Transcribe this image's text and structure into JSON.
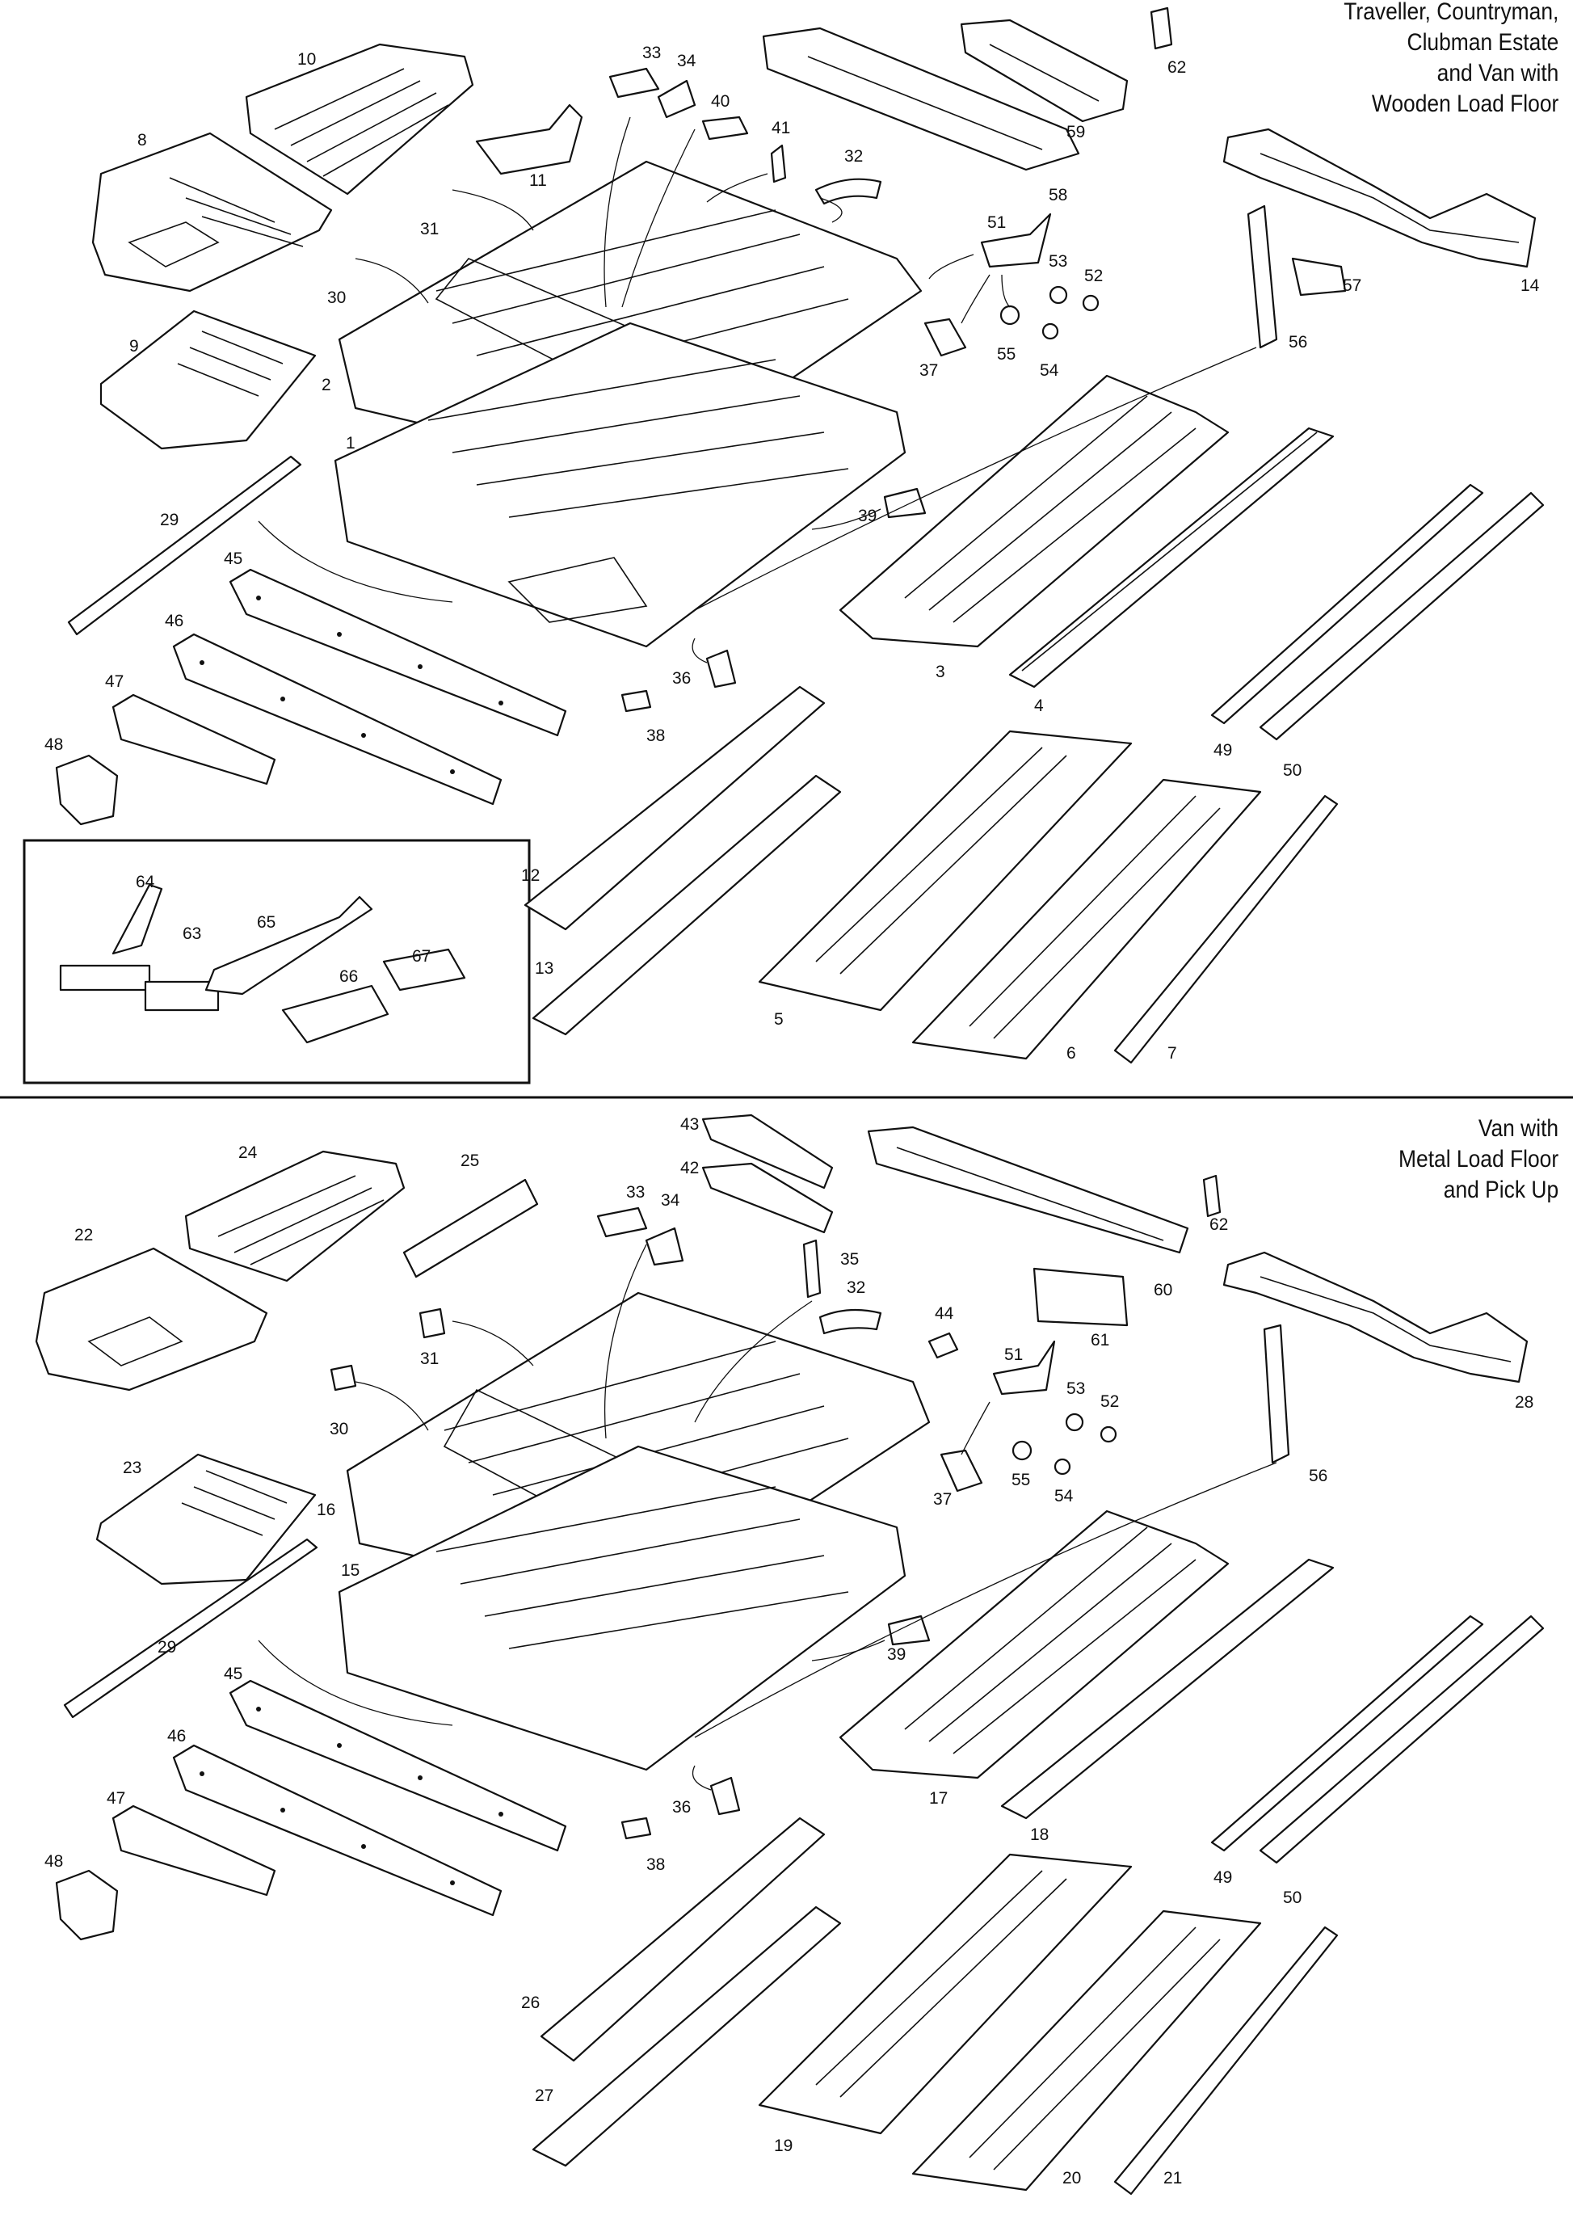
{
  "sections": {
    "top": {
      "title_lines": [
        "Traveller, Countryman,",
        "Clubman Estate",
        "and Van with",
        "Wooden Load Floor"
      ]
    },
    "bottom": {
      "title_lines": [
        "Van with",
        "Metal Load Floor",
        "and Pick Up"
      ]
    }
  },
  "callouts_top": [
    {
      "id": "c-10",
      "text": "10"
    },
    {
      "id": "c-8",
      "text": "8"
    },
    {
      "id": "c-33",
      "text": "33"
    },
    {
      "id": "c-34",
      "text": "34"
    },
    {
      "id": "c-40",
      "text": "40"
    },
    {
      "id": "c-41",
      "text": "41"
    },
    {
      "id": "c-11",
      "text": "11"
    },
    {
      "id": "c-32",
      "text": "32"
    },
    {
      "id": "c-62",
      "text": "62"
    },
    {
      "id": "c-59",
      "text": "59"
    },
    {
      "id": "c-58",
      "text": "58"
    },
    {
      "id": "c-14",
      "text": "14"
    },
    {
      "id": "c-31",
      "text": "31"
    },
    {
      "id": "c-30",
      "text": "30"
    },
    {
      "id": "c-51",
      "text": "51"
    },
    {
      "id": "c-53",
      "text": "53"
    },
    {
      "id": "c-52",
      "text": "52"
    },
    {
      "id": "c-57",
      "text": "57"
    },
    {
      "id": "c-9",
      "text": "9"
    },
    {
      "id": "c-2",
      "text": "2"
    },
    {
      "id": "c-37",
      "text": "37"
    },
    {
      "id": "c-55",
      "text": "55"
    },
    {
      "id": "c-54",
      "text": "54"
    },
    {
      "id": "c-56",
      "text": "56"
    },
    {
      "id": "c-1",
      "text": "1"
    },
    {
      "id": "c-29",
      "text": "29"
    },
    {
      "id": "c-39",
      "text": "39"
    },
    {
      "id": "c-45",
      "text": "45"
    },
    {
      "id": "c-46",
      "text": "46"
    },
    {
      "id": "c-36",
      "text": "36"
    },
    {
      "id": "c-3",
      "text": "3"
    },
    {
      "id": "c-47",
      "text": "47"
    },
    {
      "id": "c-4",
      "text": "4"
    },
    {
      "id": "c-38",
      "text": "38"
    },
    {
      "id": "c-49",
      "text": "49"
    },
    {
      "id": "c-50",
      "text": "50"
    },
    {
      "id": "c-48",
      "text": "48"
    },
    {
      "id": "c-64",
      "text": "64"
    },
    {
      "id": "c-63",
      "text": "63"
    },
    {
      "id": "c-65",
      "text": "65"
    },
    {
      "id": "c-67",
      "text": "67"
    },
    {
      "id": "c-66",
      "text": "66"
    },
    {
      "id": "c-12",
      "text": "12"
    },
    {
      "id": "c-13",
      "text": "13"
    },
    {
      "id": "c-5",
      "text": "5"
    },
    {
      "id": "c-6",
      "text": "6"
    },
    {
      "id": "c-7",
      "text": "7"
    }
  ],
  "callouts_bottom": [
    {
      "id": "d-43",
      "text": "43"
    },
    {
      "id": "d-42",
      "text": "42"
    },
    {
      "id": "d-24",
      "text": "24"
    },
    {
      "id": "d-25",
      "text": "25"
    },
    {
      "id": "d-33",
      "text": "33"
    },
    {
      "id": "d-34",
      "text": "34"
    },
    {
      "id": "d-62",
      "text": "62"
    },
    {
      "id": "d-22",
      "text": "22"
    },
    {
      "id": "d-35",
      "text": "35"
    },
    {
      "id": "d-32",
      "text": "32"
    },
    {
      "id": "d-60",
      "text": "60"
    },
    {
      "id": "d-61",
      "text": "61"
    },
    {
      "id": "d-44",
      "text": "44"
    },
    {
      "id": "d-28",
      "text": "28"
    },
    {
      "id": "d-31",
      "text": "31"
    },
    {
      "id": "d-51",
      "text": "51"
    },
    {
      "id": "d-53",
      "text": "53"
    },
    {
      "id": "d-52",
      "text": "52"
    },
    {
      "id": "d-30",
      "text": "30"
    },
    {
      "id": "d-23",
      "text": "23"
    },
    {
      "id": "d-16",
      "text": "16"
    },
    {
      "id": "d-37",
      "text": "37"
    },
    {
      "id": "d-55",
      "text": "55"
    },
    {
      "id": "d-54",
      "text": "54"
    },
    {
      "id": "d-56",
      "text": "56"
    },
    {
      "id": "d-15",
      "text": "15"
    },
    {
      "id": "d-39",
      "text": "39"
    },
    {
      "id": "d-29",
      "text": "29"
    },
    {
      "id": "d-45",
      "text": "45"
    },
    {
      "id": "d-46",
      "text": "46"
    },
    {
      "id": "d-36",
      "text": "36"
    },
    {
      "id": "d-17",
      "text": "17"
    },
    {
      "id": "d-47",
      "text": "47"
    },
    {
      "id": "d-18",
      "text": "18"
    },
    {
      "id": "d-38",
      "text": "38"
    },
    {
      "id": "d-49",
      "text": "49"
    },
    {
      "id": "d-50",
      "text": "50"
    },
    {
      "id": "d-48",
      "text": "48"
    },
    {
      "id": "d-26",
      "text": "26"
    },
    {
      "id": "d-27",
      "text": "27"
    },
    {
      "id": "d-19",
      "text": "19"
    },
    {
      "id": "d-20",
      "text": "20"
    },
    {
      "id": "d-21",
      "text": "21"
    }
  ]
}
